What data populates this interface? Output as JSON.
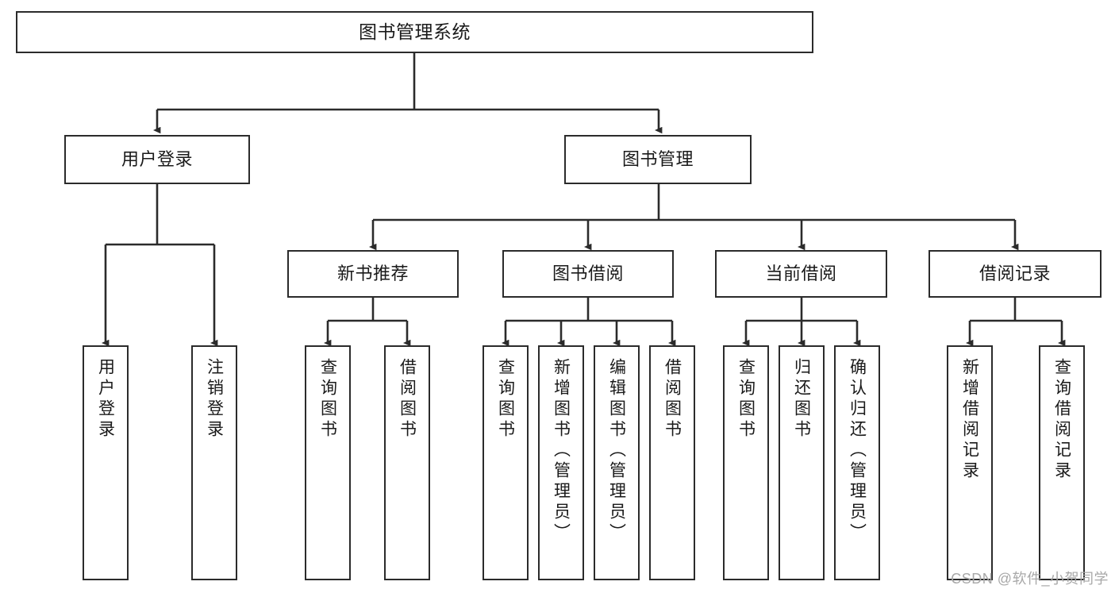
{
  "diagram": {
    "kind": "functional-structure-tree",
    "title": "图书管理系统",
    "watermark": "CSDN @软件_小贺同学",
    "colors": {
      "box_border": "#2b2b2b",
      "box_fill": "#ffffff",
      "edge": "#2b2b2b",
      "text": "#1a1a1a",
      "watermark": "#a8a8a8",
      "background": "#ffffff"
    },
    "nodes": {
      "root": {
        "label": "图书管理系统"
      },
      "level2": [
        {
          "id": "user-login",
          "label": "用户登录"
        },
        {
          "id": "book-management",
          "label": "图书管理"
        }
      ],
      "level3": [
        {
          "id": "new-book-recommend",
          "label": "新书推荐"
        },
        {
          "id": "book-borrow",
          "label": "图书借阅"
        },
        {
          "id": "current-borrow",
          "label": "当前借阅"
        },
        {
          "id": "borrow-record",
          "label": "借阅记录"
        }
      ],
      "leaves": {
        "user-login": [
          {
            "id": "leaf-user-login",
            "label": "用户登录"
          },
          {
            "id": "leaf-logout-login",
            "label": "注销登录"
          }
        ],
        "new-book-recommend": [
          {
            "id": "leaf-query-book-1",
            "label": "查询图书"
          },
          {
            "id": "leaf-borrow-book-1",
            "label": "借阅图书"
          }
        ],
        "book-borrow": [
          {
            "id": "leaf-query-book-2",
            "label": "查询图书"
          },
          {
            "id": "leaf-add-book",
            "label": "新增图书（管理员）"
          },
          {
            "id": "leaf-edit-book",
            "label": "编辑图书（管理员）"
          },
          {
            "id": "leaf-borrow-book-2",
            "label": "借阅图书"
          }
        ],
        "current-borrow": [
          {
            "id": "leaf-query-book-3",
            "label": "查询图书"
          },
          {
            "id": "leaf-return-book",
            "label": "归还图书"
          },
          {
            "id": "leaf-confirm-return",
            "label": "确认归还（管理员）"
          }
        ],
        "borrow-record": [
          {
            "id": "leaf-add-record",
            "label": "新增借阅记录"
          },
          {
            "id": "leaf-query-record",
            "label": "查询借阅记录"
          }
        ]
      }
    }
  }
}
